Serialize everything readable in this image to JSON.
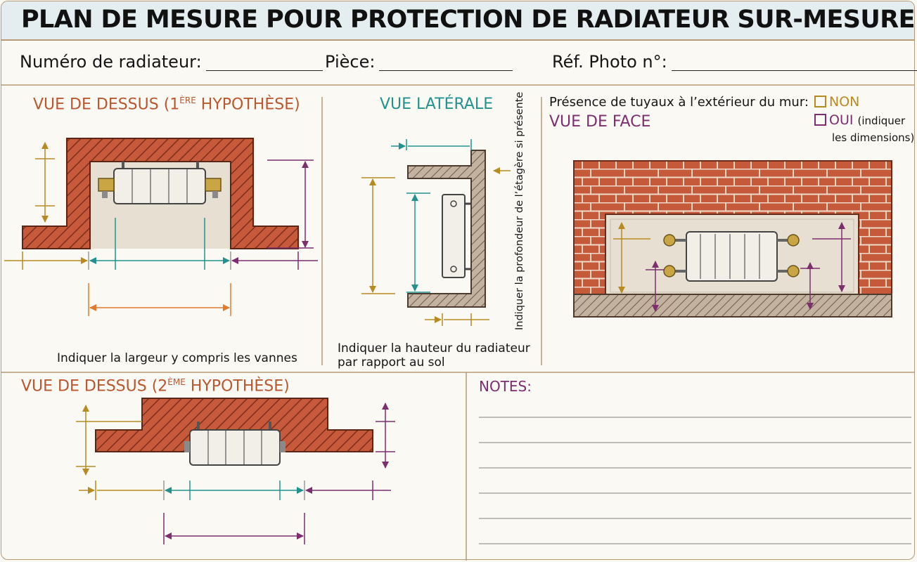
{
  "title": "PLAN DE MESURE POUR PROTECTION DE RADIATEUR SUR-MESURE",
  "fields": {
    "radiator_number": "Numéro de radiateur:",
    "room": "Pièce:",
    "photo_ref": "Réf. Photo n°:"
  },
  "top_view_1": {
    "title_prefix": "VUE DE DESSUS (1",
    "title_sup": "ÈRE",
    "title_suffix": " HYPOTHÈSE)",
    "caption": "Indiquer la largeur y compris les vannes"
  },
  "side_view": {
    "title": "VUE LATÉRALE",
    "caption_line1": "Indiquer la hauteur du radiateur",
    "caption_line2": "par rapport au sol",
    "vertical_note": "Indiquer la profondeur de l’étagère si présente"
  },
  "front_view": {
    "pipes_question": "Présence de tuyaux à l’extérieur du mur:",
    "option_no": "NON",
    "option_yes": "OUI",
    "option_yes_note1": "(indiquer",
    "option_yes_note2": "les dimensions)",
    "title": "VUE DE FACE"
  },
  "top_view_2": {
    "title_prefix": "VUE DE DESSUS (2",
    "title_sup": "ÈME",
    "title_suffix": " HYPOTHÈSE)"
  },
  "notes": {
    "title": "NOTES:"
  },
  "colors": {
    "brown": "#b9572f",
    "teal": "#23928e",
    "purple": "#7d2e6f",
    "gold": "#b88a22",
    "orange": "#e07b30",
    "wall": "#c75a3a",
    "frame": "#b89a76"
  }
}
